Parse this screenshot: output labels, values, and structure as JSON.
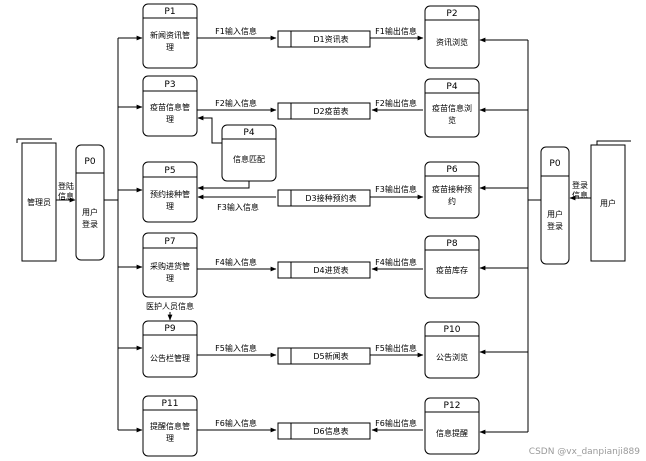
{
  "entities": {
    "admin": "管理员",
    "user": "用户"
  },
  "login": {
    "left": {
      "id": "P0",
      "name_line1": "用户",
      "name_line2": "登录",
      "flow_line1": "登陆",
      "flow_line2": "信息"
    },
    "right": {
      "id": "P0",
      "name_line1": "用户",
      "name_line2": "登录",
      "flow_line1": "登录",
      "flow_line2": "信息"
    }
  },
  "rows": [
    {
      "left_id": "P1",
      "left_l1": "新闻资讯管",
      "left_l2": "理",
      "flow_in": "F1输入信息",
      "store": "D1资讯表",
      "flow_out": "F1输出信息",
      "right_id": "P2",
      "right_l1": "资讯浏览",
      "right_l2": ""
    },
    {
      "left_id": "P3",
      "left_l1": "疫苗信息管",
      "left_l2": "理",
      "flow_in": "F2输入信息",
      "store": "D2疫苗表",
      "flow_out": "F2输出信息",
      "right_id": "P4",
      "right_l1": "疫苗信息浏",
      "right_l2": "览"
    },
    {
      "left_id": "P5",
      "left_l1": "预约接种管",
      "left_l2": "理",
      "flow_in": "F3输入信息",
      "store": "D3接种预约表",
      "flow_out": "F3输出信息",
      "right_id": "P6",
      "right_l1": "疫苗接种预",
      "right_l2": "约"
    },
    {
      "left_id": "P7",
      "left_l1": "采购进货管",
      "left_l2": "理",
      "flow_in": "F4输入信息",
      "store": "D4进货表",
      "flow_out": "F4输出信息",
      "right_id": "P8",
      "right_l1": "疫苗库存",
      "right_l2": ""
    },
    {
      "left_id": "P9",
      "left_l1": "公告栏管理",
      "left_l2": "",
      "flow_in": "F5输入信息",
      "store": "D5新闻表",
      "flow_out": "F5输出信息",
      "right_id": "P10",
      "right_l1": "公告浏览",
      "right_l2": ""
    },
    {
      "left_id": "P11",
      "left_l1": "提醒信息管",
      "left_l2": "理",
      "flow_in": "F6输入信息",
      "store": "D6信息表",
      "flow_out": "F6输出信息",
      "right_id": "P12",
      "right_l1": "信息提醒",
      "right_l2": ""
    }
  ],
  "matcher": {
    "id": "P4",
    "name": "信息匹配"
  },
  "staff_flow": "医护人员信息",
  "watermark": "CSDN @vx_danpianji889"
}
